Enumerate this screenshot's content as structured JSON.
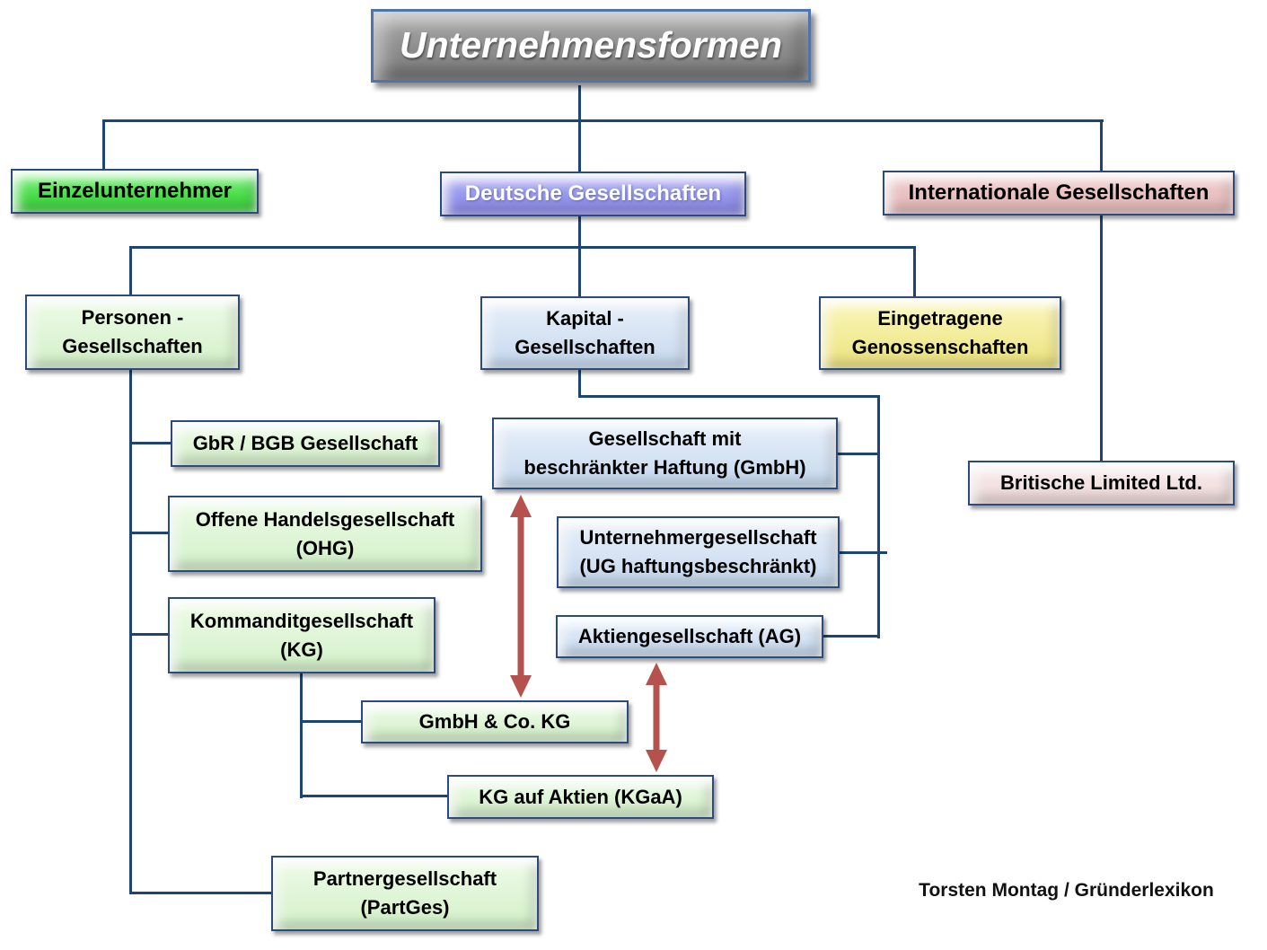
{
  "diagram": {
    "title": "Unternehmensformen",
    "credit": "Torsten Montag / Gründerlexikon",
    "nodes": {
      "einzelunternehmer": {
        "label": "Einzelunternehmer"
      },
      "deutsche_gesellschaften": {
        "label": "Deutsche Gesellschaften"
      },
      "internationale_gesellschaften": {
        "label": "Internationale Gesellschaften"
      },
      "personengesellschaften": {
        "label": "Personen -\nGesellschaften"
      },
      "kapitalgesellschaften": {
        "label": "Kapital -\nGesellschaften"
      },
      "eingetragene_genossenschaften": {
        "label": "Eingetragene\nGenossenschaften"
      },
      "gbr": {
        "label": "GbR / BGB Gesellschaft"
      },
      "ohg": {
        "label": "Offene Handelsgesellschaft\n(OHG)"
      },
      "kg": {
        "label": "Kommanditgesellschaft\n(KG)"
      },
      "gmbh": {
        "label": "Gesellschaft mit\nbeschränkter Haftung (GmbH)"
      },
      "ug": {
        "label": "Unternehmergesellschaft\n(UG haftungsbeschränkt)"
      },
      "ag": {
        "label": "Aktiengesellschaft (AG)"
      },
      "gmbh_co_kg": {
        "label": "GmbH & Co. KG"
      },
      "kgaa": {
        "label": "KG auf Aktien (KGaA)"
      },
      "partnergesellschaft": {
        "label": "Partnergesellschaft\n(PartGes)"
      },
      "britische_limited": {
        "label": "Britische Limited Ltd."
      }
    },
    "colors": {
      "connector": "#1e4471",
      "arrow": "#b5524e",
      "title_gray": "#8d8d8d",
      "bright_green": "#55e455",
      "purple": "#9b9bee",
      "rose": "#e9c3c3",
      "pale_green": "#d9f3d0",
      "pale_blue": "#ccdcf0",
      "pale_yellow": "#f2ec8e",
      "pale_pink": "#f3dfdf"
    }
  }
}
